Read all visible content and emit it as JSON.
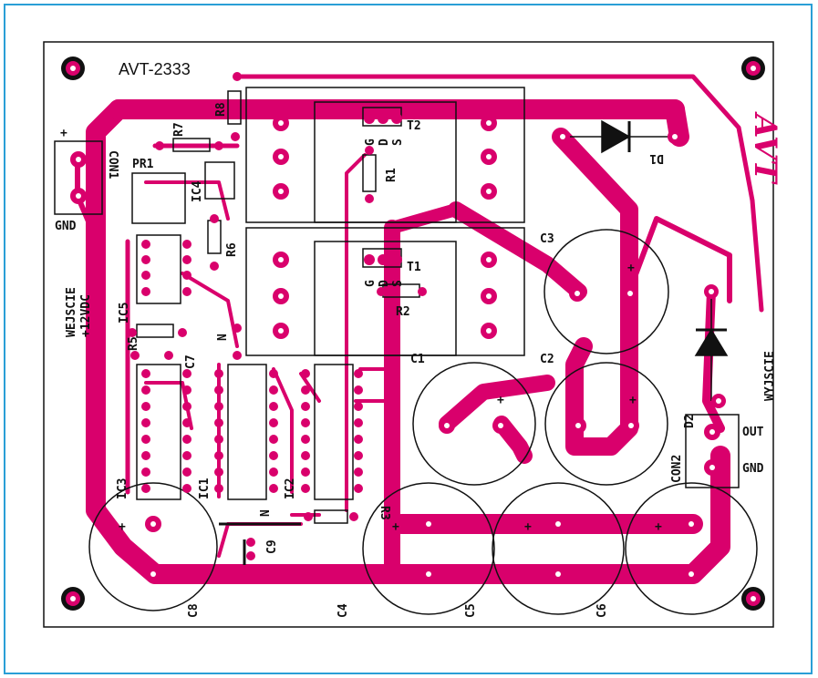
{
  "board": {
    "title": "AVT-2333",
    "input_label_1": "WEJSCIE",
    "input_label_2": "+12VDC",
    "gnd_in": "GND",
    "plus_in": "+",
    "output_label": "WYJSCIE",
    "out_label": "OUT",
    "gnd_out": "GND",
    "logo": "AVT"
  },
  "components": {
    "con1": "CON1",
    "con2": "CON2",
    "pr1": "PR1",
    "ic1": "IC1",
    "ic2": "IC2",
    "ic3": "IC3",
    "ic4": "IC4",
    "ic5": "IC5",
    "r1": "R1",
    "r2": "R2",
    "r3": "R3",
    "r5": "R5",
    "r6": "R6",
    "r7": "R7",
    "r8": "R8",
    "t1": "T1",
    "t2": "T2",
    "c1": "C1",
    "c2": "C2",
    "c3": "C3",
    "c4": "C4",
    "c5": "C5",
    "c6": "C6",
    "c7": "C7",
    "c8": "C8",
    "c9": "C9",
    "d1": "D1",
    "d2": "D2",
    "g": "G",
    "d": "D",
    "s": "S",
    "plus": "+",
    "n": "N"
  },
  "colors": {
    "trace": "#d9006c",
    "pad_ring": "#d9006c",
    "pad_hole": "#ffffff",
    "silk": "#111111",
    "frame": "#2a9fd6"
  }
}
